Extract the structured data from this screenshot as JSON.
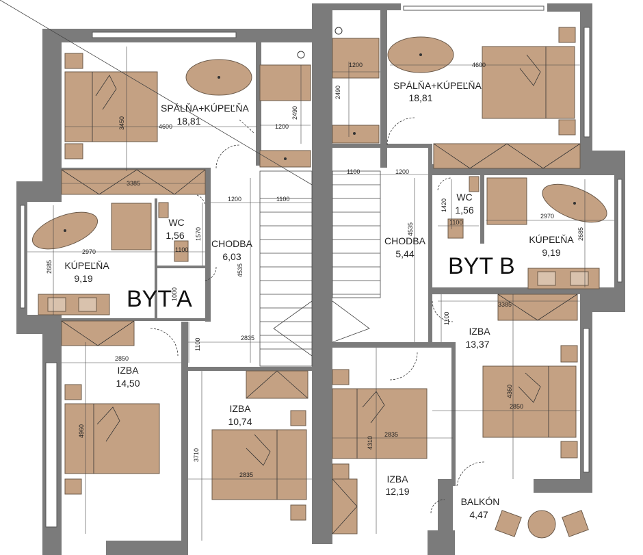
{
  "apartments": {
    "a": "BYT  A",
    "b": "BYT  B"
  },
  "rooms": {
    "a_spalna_name": "SPÁLŇA+KÚPEĽŇA",
    "a_spalna_area": "18,81",
    "b_spalna_name": "SPÁLŇA+KÚPEĽŇA",
    "b_spalna_area": "18,81",
    "a_kupelna_name": "KÚPEĽŇA",
    "a_kupelna_area": "9,19",
    "b_kupelna_name": "KÚPEĽŇA",
    "b_kupelna_area": "9,19",
    "a_wc_name": "WC",
    "a_wc_area": "1,56",
    "b_wc_name": "WC",
    "b_wc_area": "1,56",
    "a_chodba_name": "CHODBA",
    "a_chodba_area": "6,03",
    "b_chodba_name": "CHODBA",
    "b_chodba_area": "5,44",
    "a_izba1_name": "IZBA",
    "a_izba1_area": "14,50",
    "a_izba2_name": "IZBA",
    "a_izba2_area": "10,74",
    "b_izba1_name": "IZBA",
    "b_izba1_area": "13,37",
    "b_izba2_name": "IZBA",
    "b_izba2_area": "12,19",
    "b_balkon_name": "BALKÓN",
    "b_balkon_area": "4,47"
  },
  "dimensions": {
    "d4600a": "4600",
    "d3450": "3450",
    "d1200a": "1200",
    "d2490a": "2490",
    "d3385a": "3385",
    "d1200b": "1200",
    "d1100a": "1100",
    "d2970a": "2970",
    "d2685a": "2685",
    "d1570": "1570",
    "d1100b": "1100",
    "d4535a": "4535",
    "d1000": "1000",
    "d1100c": "1100",
    "d2835a": "2835",
    "d2850a": "2850",
    "d4960": "4960",
    "d3710": "3710",
    "d2835b": "2835",
    "d1200c": "1200",
    "d2490b": "2490",
    "d4600b": "4600",
    "d1100d": "1100",
    "d1200d": "1200",
    "d1420": "1420",
    "d1100e": "1100",
    "d2970b": "2970",
    "d2685b": "2685",
    "d4535b": "4535",
    "d3385b": "3385",
    "d1100f": "1100",
    "d4360": "4360",
    "d2850b": "2850",
    "d4310": "4310",
    "d2835c": "2835"
  }
}
